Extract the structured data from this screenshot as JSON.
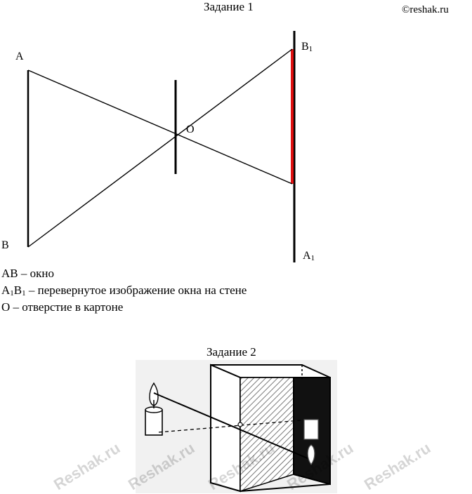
{
  "header": {
    "task1_title": "Задание 1",
    "site": "©reshak.ru"
  },
  "task1": {
    "points": {
      "A": "A",
      "B": "B",
      "O": "O",
      "B1_base": "B",
      "B1_sub": "1",
      "A1_base": "A",
      "A1_sub": "1"
    },
    "colors": {
      "line": "#000000",
      "image_segment": "#e01010"
    }
  },
  "legend": {
    "line1": "AB – окно",
    "line2_a": "A",
    "line2_sub1": "1",
    "line2_b": "B",
    "line2_sub2": "1",
    "line2_rest": " – перевернутое изображение окна на стене",
    "line3": "O – отверстие в картоне"
  },
  "task2": {
    "title": "Задание 2"
  },
  "watermark": {
    "text": "Reshak.ru"
  }
}
